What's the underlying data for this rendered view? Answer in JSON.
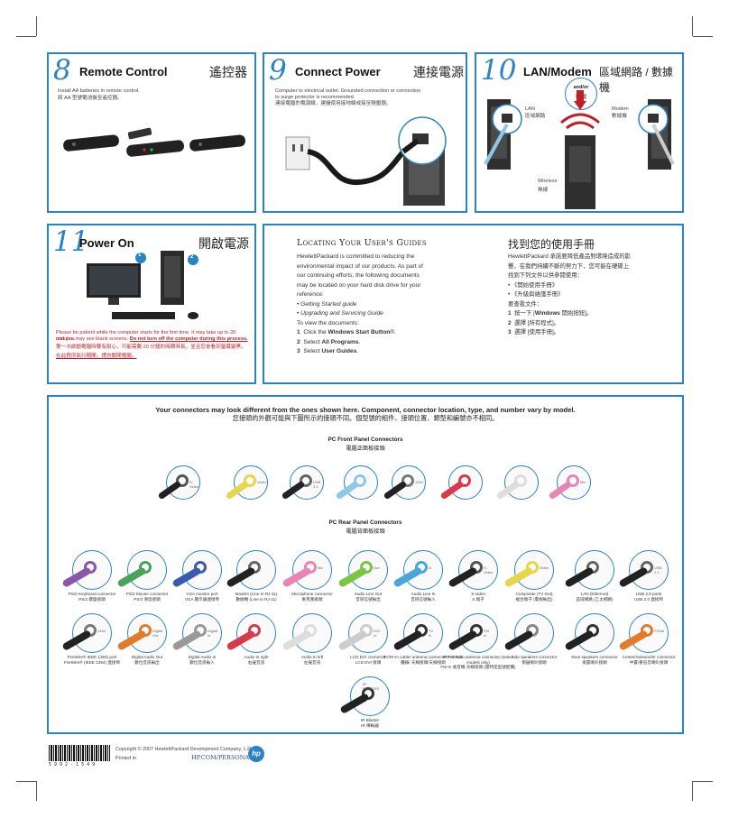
{
  "panel8": {
    "num": "8",
    "title": "Remote Control",
    "title_zh": "遙控器",
    "text_en": "Install AA batteries in remote control.",
    "text_zh": "將 AA 型號電池裝至遙控器。"
  },
  "panel9": {
    "num": "9",
    "title": "Connect Power",
    "title_zh": "連接電源",
    "text_en": "Computer to electrical outlet. Grounded connection or connection to surge protector is recommended.",
    "text_zh": "連接電腦的電源線，建議使用接地線或接至穩壓器。"
  },
  "panel10": {
    "num": "10",
    "title": "LAN/Modem",
    "title_zh": "區域網路 / 數據機",
    "andor": "and/or",
    "andor_zh": "和/或",
    "lan": "LAN",
    "lan_zh": "區域網路",
    "modem": "Modem",
    "modem_zh": "數據機",
    "wireless": "Wireless",
    "wireless_zh": "無線"
  },
  "panel11": {
    "num": "11",
    "title": "Power On",
    "title_zh": "開啟電源",
    "badge1": "1",
    "badge2": "2",
    "text_en1": "Please be patient while the computer starts for the first time. It may take up to 20 minutes,",
    "text_en2": "and you may see blank screens.",
    "text_en_bold": "Do not turn off the computer during this process.",
    "text_zh1": "第一次啟動電腦時要有耐心，可能需要 20 分鐘的時間時長，並且您會看到螢幕變黑。",
    "text_zh2": "在此程序執行期間，請勿關閉電腦。"
  },
  "guides": {
    "title": "Locating Your User's Guides",
    "body": [
      "HewlettPackard is committed to reducing the",
      "environmental impact of our products. As part of",
      "our continuing efforts, the following documents",
      "may be located on your hard disk drive for your",
      "reference:"
    ],
    "bullets": [
      "Getting Started guide",
      "Upgrading and Servicing Guide"
    ],
    "view": "To view the documents:",
    "steps": [
      {
        "n": "1",
        "pre": "Click the ",
        "bold": "Windows Start Button",
        "post": "®."
      },
      {
        "n": "2",
        "pre": "Select ",
        "bold": "All Programs",
        "post": "."
      },
      {
        "n": "3",
        "pre": "Select ",
        "bold": "User Guides",
        "post": "."
      }
    ],
    "title_zh": "找到您的使用手冊",
    "body_zh": [
      "HewlettPackard 承諾要降低產品對環境造成的影",
      "響，在我們持續不斷的努力下，您可能在硬碟上",
      "找到下列文件以供參閱使用："
    ],
    "bullets_zh": [
      "《開始使用手冊》",
      "《升級與維護手冊》"
    ],
    "view_zh": "要查看文件：",
    "steps_zh": [
      {
        "n": "1",
        "pre": "按一下 [",
        "bold": "Windows",
        "post": " 開始按鈕]。"
      },
      {
        "n": "2",
        "pre": "選擇 [所有程式]。",
        "bold": "",
        "post": ""
      },
      {
        "n": "3",
        "pre": "選擇 [使用手冊]。",
        "bold": "",
        "post": ""
      }
    ]
  },
  "connectors": {
    "notice": "Your connectors may look different from the ones shown here. Component, connector location, type, and number vary by model.",
    "notice_zh": "您接頭的外觀可能與下圖所示的接頭不同。個型號的組件、接頭位置、類型和編號亦不相同。",
    "front_title": "PC Front Panel Connectors",
    "front_title_zh": "電腦正面板接頭",
    "front": [
      {
        "mini": "S-Video",
        "color": "#555555"
      },
      {
        "mini": "Video",
        "color": "#e5d64a"
      },
      {
        "mini": "USB 2.0",
        "color": "#666666"
      },
      {
        "mini": "",
        "color": "#8fc7e8"
      },
      {
        "mini": "1394",
        "color": "#777777"
      },
      {
        "mini": "",
        "color": "#d83a4a"
      },
      {
        "mini": "",
        "color": "#dddddd"
      },
      {
        "mini": "Mic",
        "color": "#e883b6"
      }
    ],
    "rear_title": "PC Rear Panel Connectors",
    "rear_title_zh": "電腦背面板接頭",
    "rear_row1": [
      {
        "label": "PS/2 Keyboard connector",
        "label_zh": "PS/2 鍵盤接頭",
        "mini": "",
        "color": "#8c57a8"
      },
      {
        "label": "PS/2 Mouse connector",
        "label_zh": "PS/2 滑鼠接頭",
        "mini": "",
        "color": "#4aa35a"
      },
      {
        "label": "VGA monitor port",
        "label_zh": "VGA 顯示器連接埠",
        "mini": "",
        "color": "#3a5ab0"
      },
      {
        "label": "Modem (Line In RJ-11)",
        "label_zh": "數據機 (Line In RJ-11)",
        "mini": "",
        "color": "#666666"
      },
      {
        "label": "Microphone connector",
        "label_zh": "麥克風接頭",
        "mini": "Mic",
        "color": "#e883b6"
      },
      {
        "label": "Audio Line Out",
        "label_zh": "音訊信號輸出",
        "mini": "Out",
        "color": "#7cc444"
      },
      {
        "label": "Audio Line In",
        "label_zh": "音訊信號輸入",
        "mini": "In",
        "color": "#4aa6d8"
      },
      {
        "label": "S-video",
        "label_zh": "S 端子",
        "mini": "S-Video",
        "color": "#555555"
      },
      {
        "label": "Composite (TV Out)",
        "label_zh": "複合端子 (電視輸出)",
        "mini": "Video",
        "color": "#e5d64a"
      },
      {
        "label": "LAN (Ethernet)",
        "label_zh": "區域網路 (乙太網路)",
        "mini": "",
        "color": "#666666"
      },
      {
        "label": "USB 2.0 ports",
        "label_zh": "USB 2.0 連接埠",
        "mini": "USB 2.0",
        "color": "#666666"
      }
    ],
    "rear_row2": [
      {
        "label": "FireWire® IEEE 1394) port",
        "label_zh": "FireWire® (IEEE 1394) 連接埠",
        "mini": "1394",
        "color": "#777777"
      },
      {
        "label": "Digital Audio Out",
        "label_zh": "數位音訊輸出",
        "mini": "Digital Out",
        "color": "#e07c2a"
      },
      {
        "label": "Digital Audio In",
        "label_zh": "數位音訊輸入",
        "mini": "Digital In",
        "color": "#999999"
      },
      {
        "label": "Audio In right",
        "label_zh": "右邊音訊",
        "mini": "",
        "color": "#d83a4a"
      },
      {
        "label": "Audio In left",
        "label_zh": "左邊音訊",
        "mini": "",
        "color": "#dddddd"
      },
      {
        "label": "LCD DVI connector",
        "label_zh": "LCD DVI 接頭",
        "mini": "DVI-In",
        "color": "#cccccc"
      },
      {
        "label": "TV/IR-In cable/ antenna connector TV/IR-In 纜線/ 天線接頭/天線接頭",
        "label_zh": "",
        "mini": "TV In",
        "color": "#333333"
      },
      {
        "label": "FM-In radio antenna connector (select models only)",
        "label_zh": "FM-In 收音機 天線接頭 (僅特定型號配備)",
        "mini": "FM In",
        "color": "#333333"
      },
      {
        "label": "Side speakers connector",
        "label_zh": "側邊喇叭接頭",
        "mini": "",
        "color": "#888888"
      },
      {
        "label": "Rear speakers connector",
        "label_zh": "後置喇叭接頭",
        "mini": "",
        "color": "#333333"
      },
      {
        "label": "Center/Subwoofer connector",
        "label_zh": "中置/重低音喇叭接頭",
        "mini": "C/Sub",
        "color": "#e07c2a"
      }
    ],
    "ir": {
      "label": "IR Blaster",
      "label_zh": "IR 傳輸器",
      "mini": "IR BLASTER"
    }
  },
  "footer": {
    "copyright": "Copyright © 2007 HewlettPackard Development Company, L.P.",
    "printed": "Printed in",
    "url": "HP.COM/PERSONAL",
    "barcode_num": "5 9 9 2 - 1 5 4 9"
  },
  "colors": {
    "accent": "#2a84c4",
    "warning": "#c01f26"
  }
}
